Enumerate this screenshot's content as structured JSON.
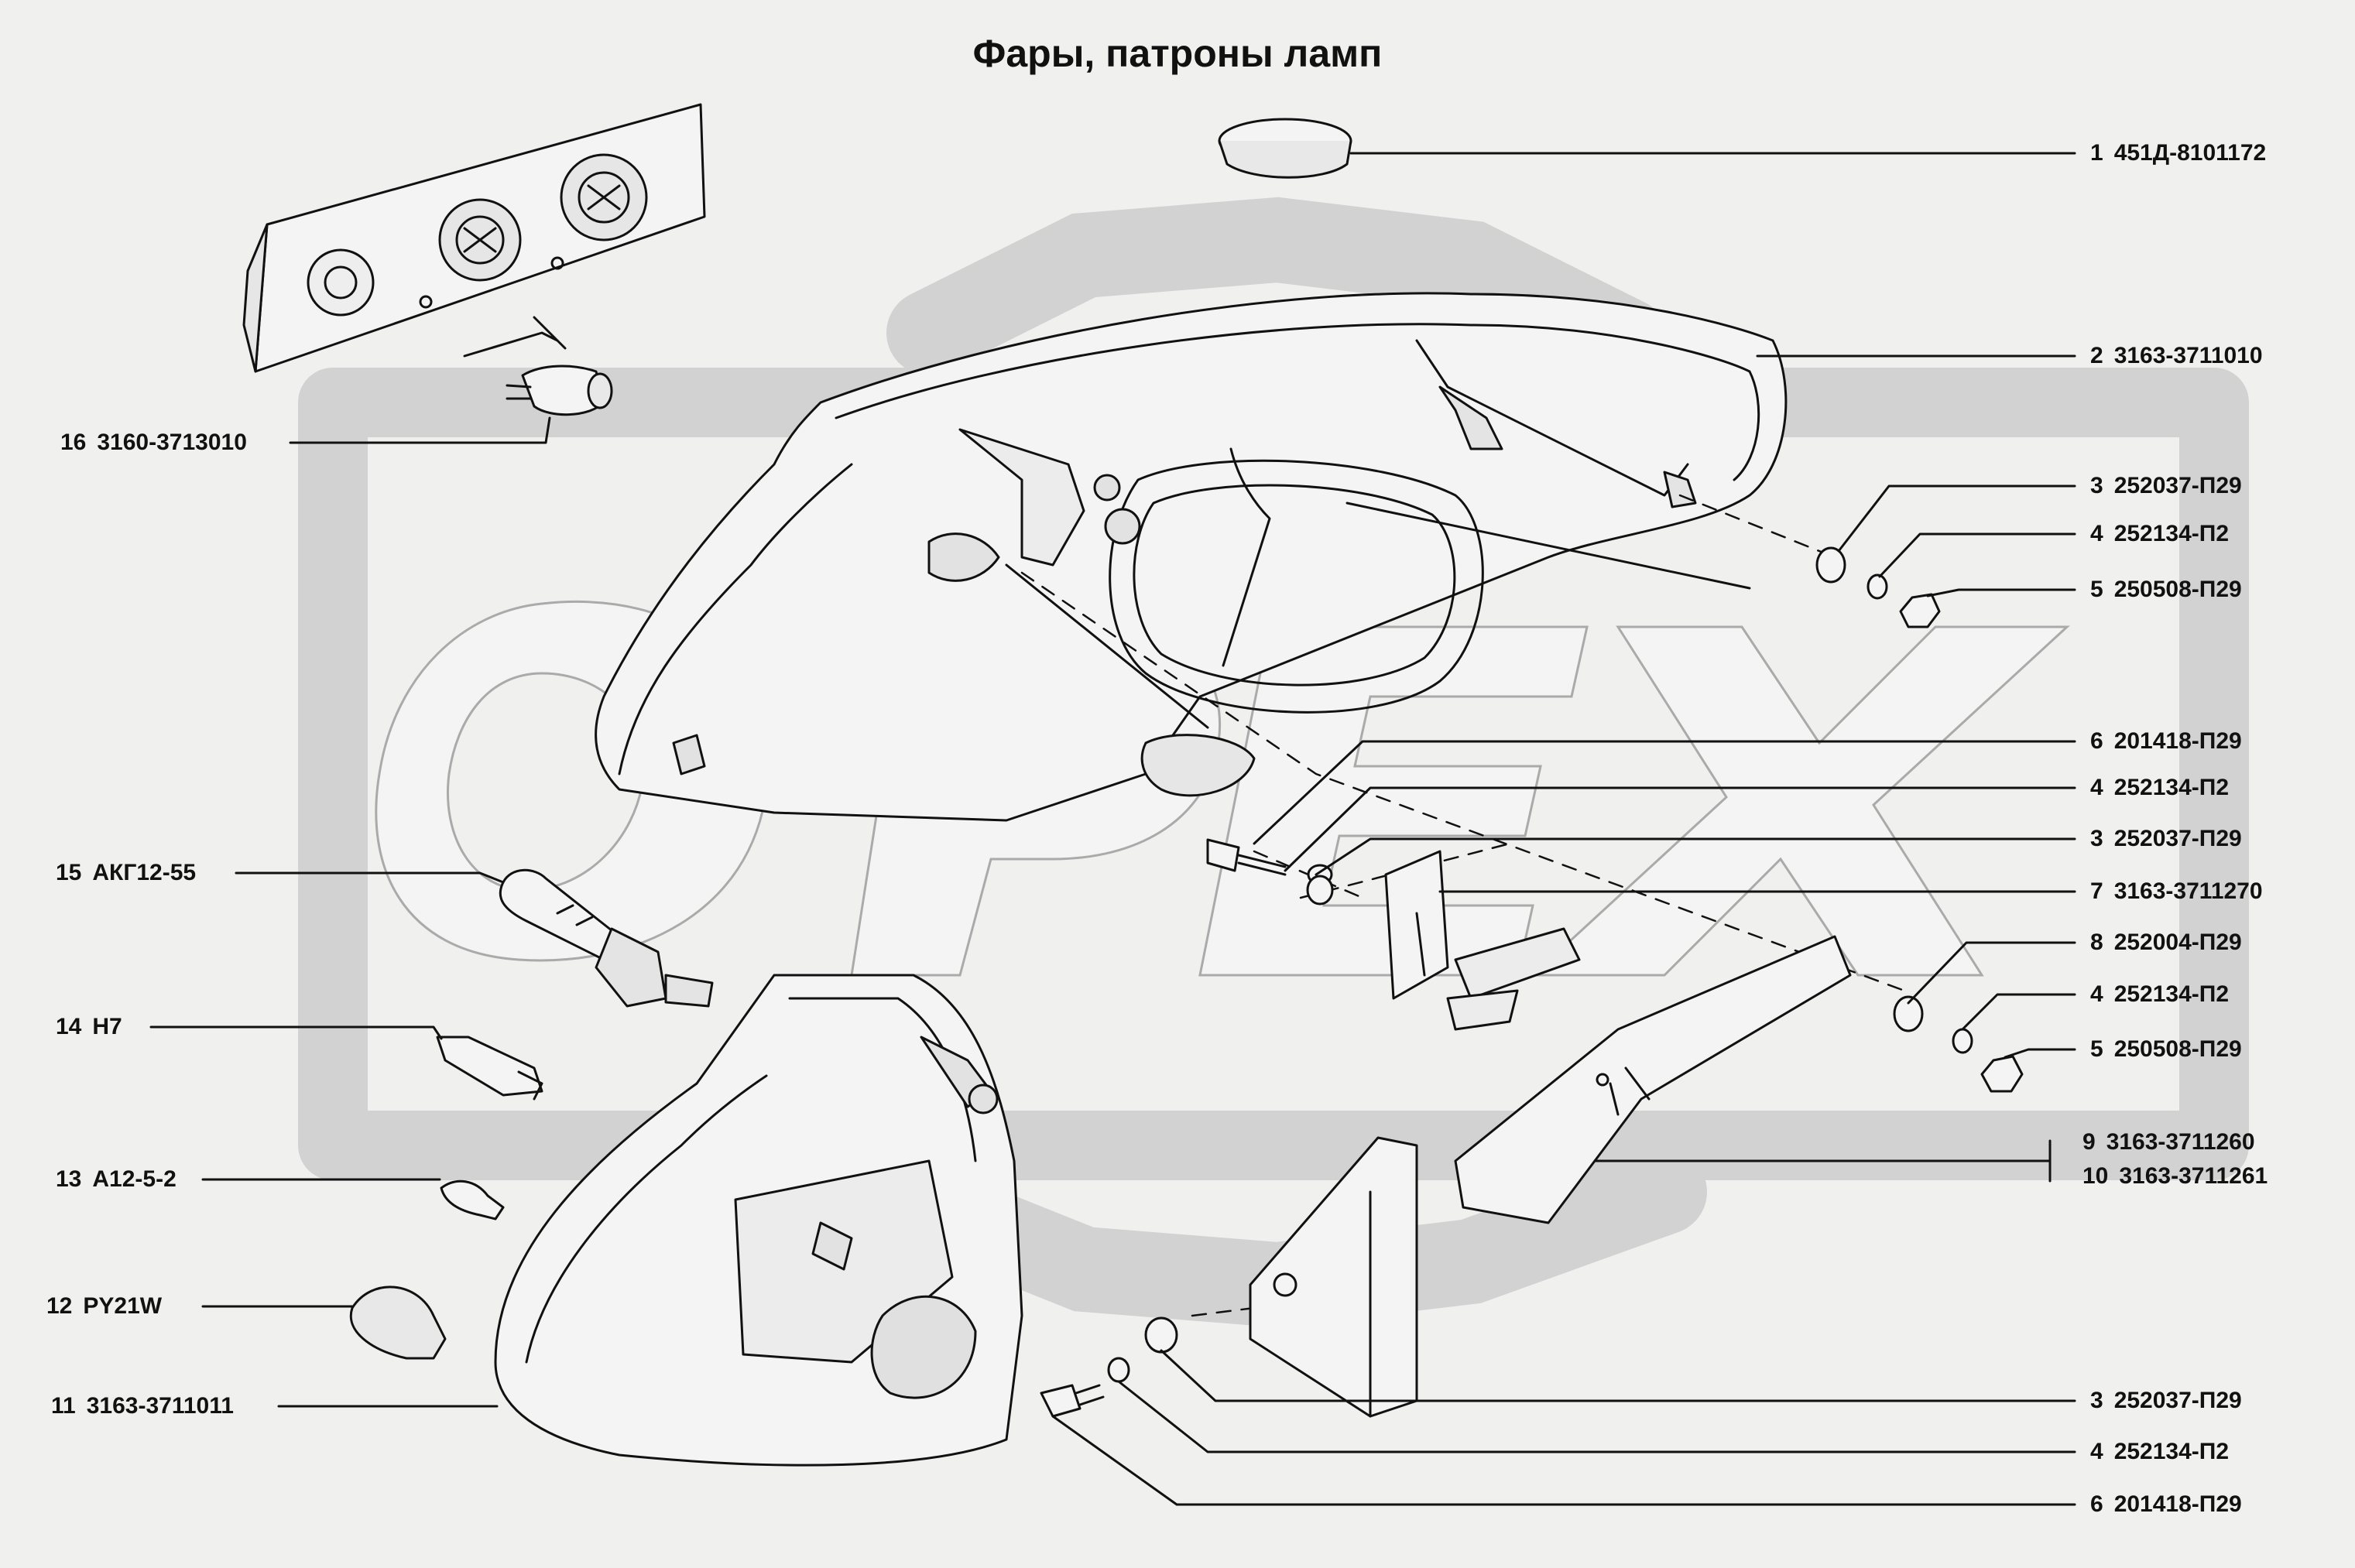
{
  "title": "Фары, патроны ламп",
  "watermark": "OPEX",
  "colors": {
    "background": "#f0f0ee",
    "watermark": "#d6d6d6",
    "line": "#111111"
  },
  "callouts": [
    {
      "num": "1",
      "code": "451Д-8101172"
    },
    {
      "num": "2",
      "code": "3163-3711010"
    },
    {
      "num": "3",
      "code": "252037-П29"
    },
    {
      "num": "4",
      "code": "252134-П2"
    },
    {
      "num": "5",
      "code": "250508-П29"
    },
    {
      "num": "6",
      "code": "201418-П29"
    },
    {
      "num": "4",
      "code": "252134-П2"
    },
    {
      "num": "3",
      "code": "252037-П29"
    },
    {
      "num": "7",
      "code": "3163-3711270"
    },
    {
      "num": "8",
      "code": "252004-П29"
    },
    {
      "num": "4",
      "code": "252134-П2"
    },
    {
      "num": "5",
      "code": "250508-П29"
    },
    {
      "num": "9",
      "code": "3163-3711260"
    },
    {
      "num": "10",
      "code": "3163-3711261"
    },
    {
      "num": "3",
      "code": "252037-П29"
    },
    {
      "num": "4",
      "code": "252134-П2"
    },
    {
      "num": "6",
      "code": "201418-П29"
    },
    {
      "num": "16",
      "code": "3160-3713010"
    },
    {
      "num": "15",
      "code": "АКГ12-55"
    },
    {
      "num": "14",
      "code": "H7"
    },
    {
      "num": "13",
      "code": "А12-5-2"
    },
    {
      "num": "12",
      "code": "PY21W"
    },
    {
      "num": "11",
      "code": "3163-3711011"
    }
  ]
}
